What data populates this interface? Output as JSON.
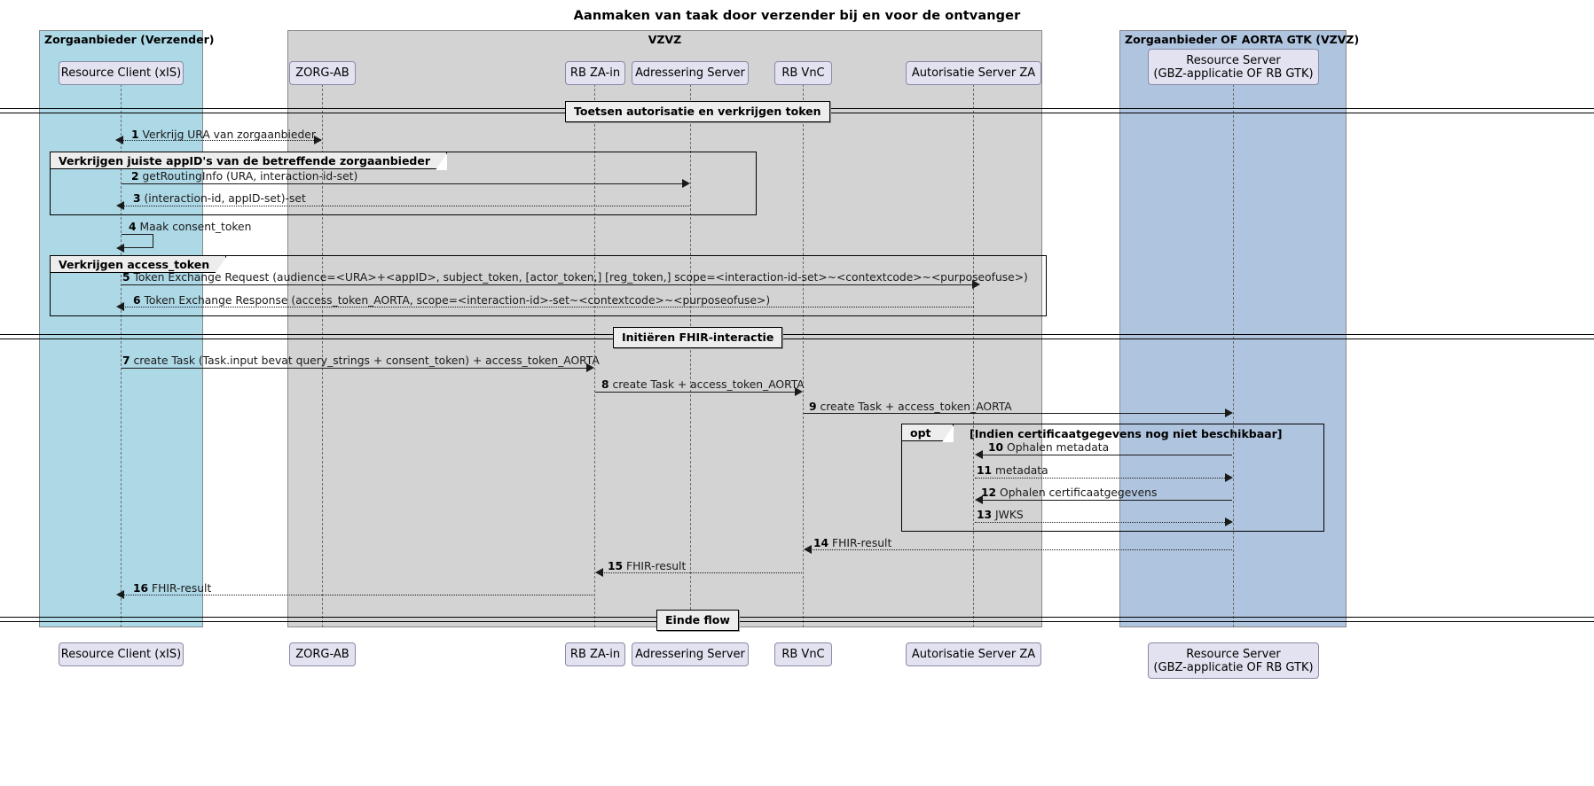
{
  "title": "Aanmaken van taak door verzender bij en voor de ontvanger",
  "participant_boxes": [
    {
      "name": "box-zorgaanbieder-verzender",
      "label": "Zorgaanbieder (Verzender)",
      "color": "#ADD8E6"
    },
    {
      "name": "box-vzvz",
      "label": "VZVZ",
      "color": "#D3D3D3"
    },
    {
      "name": "box-zorgaanbieder-aorta-gtk",
      "label": "Zorgaanbieder OF AORTA GTK (VZVZ)",
      "color": "#AFC4DE"
    }
  ],
  "participants": [
    {
      "name": "resource-client-xis",
      "label": "Resource Client (xIS)"
    },
    {
      "name": "zorg-ab",
      "label": "ZORG-AB"
    },
    {
      "name": "rb-za-in",
      "label": "RB ZA-in"
    },
    {
      "name": "adressering-server",
      "label": "Adressering Server"
    },
    {
      "name": "rb-vnc",
      "label": "RB VnC"
    },
    {
      "name": "autorisatie-server-za",
      "label": "Autorisatie Server ZA"
    },
    {
      "name": "resource-server",
      "label": "Resource Server\n(GBZ-applicatie OF RB GTK)"
    }
  ],
  "dividers": [
    {
      "name": "divider-toetsen-autorisatie",
      "label": "Toetsen autorisatie en verkrijgen token"
    },
    {
      "name": "divider-initieren-fhir",
      "label": "Initiëren FHIR-interactie"
    },
    {
      "name": "divider-einde-flow",
      "label": "Einde flow"
    }
  ],
  "frames": [
    {
      "name": "frame-appid",
      "type": "",
      "label": "Verkrijgen juiste appID's van de betreffende zorgaanbieder",
      "condition": ""
    },
    {
      "name": "frame-access-token",
      "type": "",
      "label": "Verkrijgen access_token",
      "condition": ""
    },
    {
      "name": "frame-opt-certificaat",
      "type": "opt",
      "label": "opt",
      "condition": "[Indien certificaatgegevens nog niet beschikbaar]"
    }
  ],
  "messages": [
    {
      "num": "1",
      "text": "Verkrijg URA van zorgaanbieder"
    },
    {
      "num": "2",
      "text": "getRoutingInfo (URA, interaction-id-set)"
    },
    {
      "num": "3",
      "text": "(interaction-id, appID-set)-set"
    },
    {
      "num": "4",
      "text": "Maak consent_token"
    },
    {
      "num": "5",
      "text": "Token Exchange Request (audience=<URA>+<appID>, subject_token, [actor_token,] [reg_token,] scope=<interaction-id-set>~<contextcode>~<purposeofuse>)"
    },
    {
      "num": "6",
      "text": "Token Exchange Response (access_token_AORTA, scope=<interaction-id>-set~<contextcode>~<purposeofuse>)"
    },
    {
      "num": "7",
      "text": "create Task (Task.input bevat query_strings + consent_token) + access_token_AORTA"
    },
    {
      "num": "8",
      "text": "create Task + access_token_AORTA"
    },
    {
      "num": "9",
      "text": "create Task + access_token_AORTA"
    },
    {
      "num": "10",
      "text": "Ophalen metadata"
    },
    {
      "num": "11",
      "text": "metadata"
    },
    {
      "num": "12",
      "text": "Ophalen certificaatgegevens"
    },
    {
      "num": "13",
      "text": "JWKS"
    },
    {
      "num": "14",
      "text": "FHIR-result"
    },
    {
      "num": "15",
      "text": "FHIR-result"
    },
    {
      "num": "16",
      "text": "FHIR-result"
    }
  ]
}
